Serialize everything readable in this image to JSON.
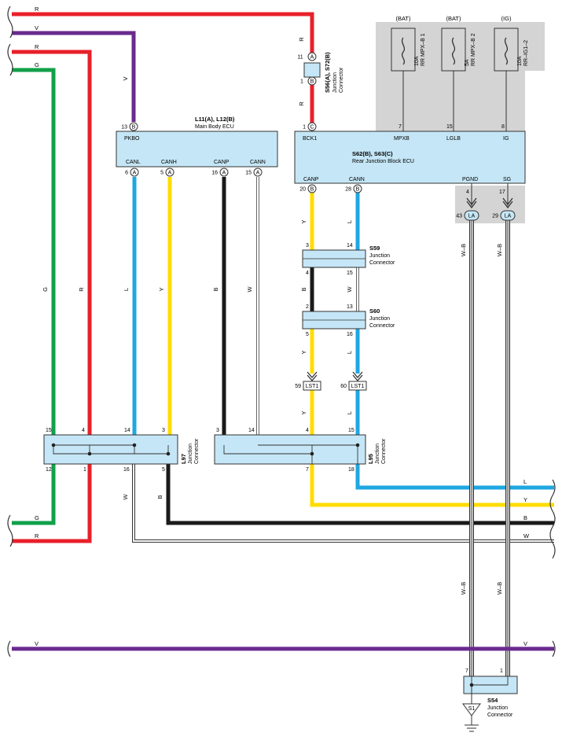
{
  "colors": {
    "red": "#e8202a",
    "violet": "#6a2a8e",
    "green": "#12a04a",
    "blue": "#1fa7e1",
    "yellow": "#ffdc00",
    "black": "#1a1a1a",
    "white_wire": "#ffffff",
    "box_fill": "#c5e6f6",
    "shade": "#d4d4d4"
  },
  "wire_codes": {
    "R": "R",
    "V": "V",
    "G": "G",
    "L": "L",
    "Y": "Y",
    "B": "B",
    "W": "W",
    "WB": "W–B"
  },
  "fuses": [
    {
      "source": "(BAT)",
      "name": "10A\nRR MPX–B 1"
    },
    {
      "source": "(BAT)",
      "name": "5A\nRR MPX–B 2"
    },
    {
      "source": "(IG)",
      "name": "10A\nRR–IG1–2"
    }
  ],
  "main_body_ecu": {
    "title": "L11(A), L12(B)",
    "subtitle": "Main Body ECU",
    "pins": {
      "pkbo": {
        "num": "13",
        "conn": "B",
        "label": "PKBO"
      },
      "canl": {
        "num": "6",
        "conn": "A",
        "label": "CANL"
      },
      "canh": {
        "num": "5",
        "conn": "A",
        "label": "CANH"
      },
      "canp": {
        "num": "16",
        "conn": "A",
        "label": "CANP"
      },
      "cann": {
        "num": "15",
        "conn": "A",
        "label": "CANN"
      }
    }
  },
  "rear_ecu": {
    "title": "S62(B), S63(C)",
    "subtitle": "Rear Junction Block ECU",
    "pins": {
      "bck1": {
        "num": "1",
        "conn": "C",
        "label": "BCK1"
      },
      "mpxb": {
        "num": "7",
        "label": "MPXB"
      },
      "lglb": {
        "num": "15",
        "label": "LGLB"
      },
      "ig": {
        "num": "8",
        "label": "IG"
      },
      "canp": {
        "num": "20",
        "conn": "B",
        "label": "CANP"
      },
      "cann": {
        "num": "28",
        "conn": "B",
        "label": "CANN"
      },
      "pgnd": {
        "num": "4",
        "label": "PGND"
      },
      "sg": {
        "num": "17",
        "label": "SG"
      }
    }
  },
  "s56": {
    "title": "S56(A), S72(B)",
    "sub1": "Junction",
    "sub2": "Connector",
    "top_num": "11",
    "top_conn": "A",
    "bot_num": "1",
    "bot_conn": "B"
  },
  "la": {
    "code": "LA",
    "pin_left": "43",
    "pin_right": "29"
  },
  "s59": {
    "title": "S59",
    "sub1": "Junction",
    "sub2": "Connector",
    "tl": "3",
    "tr": "14",
    "bl": "4",
    "br": "15"
  },
  "s60": {
    "title": "S60",
    "sub1": "Junction",
    "sub2": "Connector",
    "tl": "2",
    "tr": "13",
    "bl": "5",
    "br": "16"
  },
  "lst1": {
    "code": "LST1",
    "left": "59",
    "right": "60"
  },
  "l97": {
    "title": "L97",
    "sub1": "Junction",
    "sub2": "Connector",
    "top": [
      "15",
      "4",
      "14",
      "3"
    ],
    "bottom": [
      "12",
      "1",
      "16",
      "5"
    ]
  },
  "l95": {
    "title": "L95",
    "sub1": "Junction",
    "sub2": "Connector",
    "top": [
      "3",
      "14",
      "4",
      "15"
    ],
    "bottom": [
      "7",
      "18"
    ]
  },
  "s54": {
    "title": "S54",
    "sub1": "Junction",
    "sub2": "Connector",
    "left": "7",
    "right": "1"
  },
  "ground": {
    "code": "S1"
  }
}
